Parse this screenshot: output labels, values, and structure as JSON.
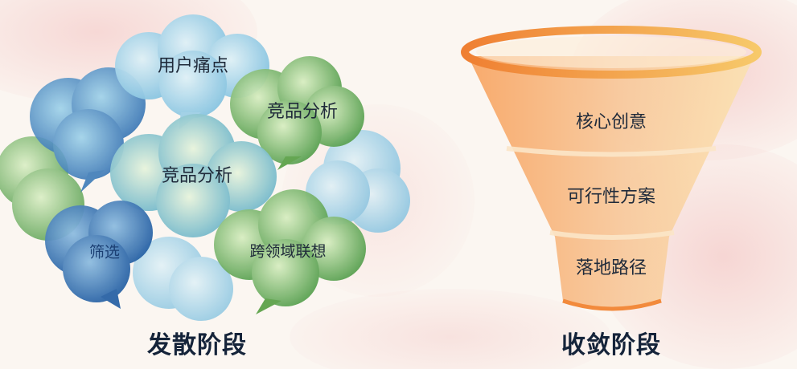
{
  "divergent": {
    "title": "发散阶段",
    "clouds": [
      "用户痛点",
      "竞品分析",
      "竞品分析",
      "筛选",
      "跨领域联想"
    ]
  },
  "convergent": {
    "title": "收敛阶段",
    "funnel_levels": [
      "核心创意",
      "可行性方案",
      "落地路径"
    ]
  },
  "colors": {
    "blue_dark": "#2f6db0",
    "blue_light": "#8cc9e3",
    "green": "#6fae55",
    "orange": "#f39a4a",
    "pink_wash": "#f2b8b8",
    "text": "#1f2a3a"
  }
}
